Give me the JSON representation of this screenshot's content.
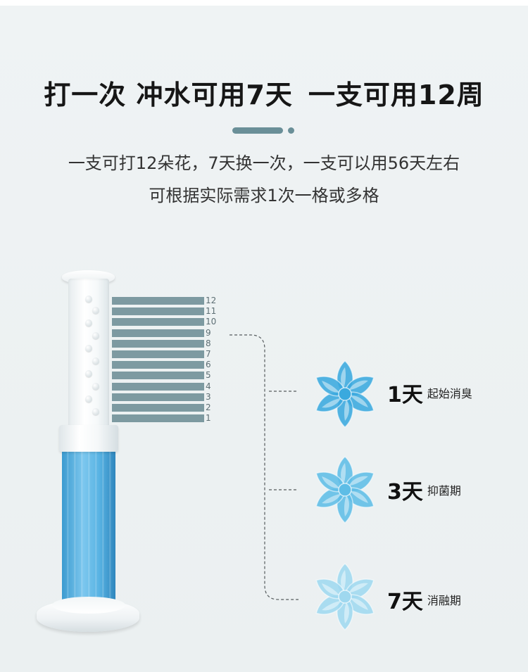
{
  "headline": {
    "part1": "打一次 冲水可用7天",
    "part2": "一支可用12周"
  },
  "description": {
    "line1": "一支可打12朵花，7天换一次，一支可以用56天左右",
    "line2": "可根据实际需求1次一格或多格"
  },
  "scale": {
    "marks": [
      "12",
      "11",
      "10",
      "9",
      "8",
      "7",
      "6",
      "5",
      "4",
      "3",
      "2",
      "1"
    ]
  },
  "stages": [
    {
      "days": "1天",
      "desc": "起始消臭",
      "color": "#3aa9de"
    },
    {
      "days": "3天",
      "desc": "抑菌期",
      "color": "#5ebde6"
    },
    {
      "days": "7天",
      "desc": "消融期",
      "color": "#9fd8ef"
    }
  ],
  "colors": {
    "accent": "#6a8f98",
    "scale_bar": "#7d9aa1",
    "gel": "#58b3e3"
  }
}
